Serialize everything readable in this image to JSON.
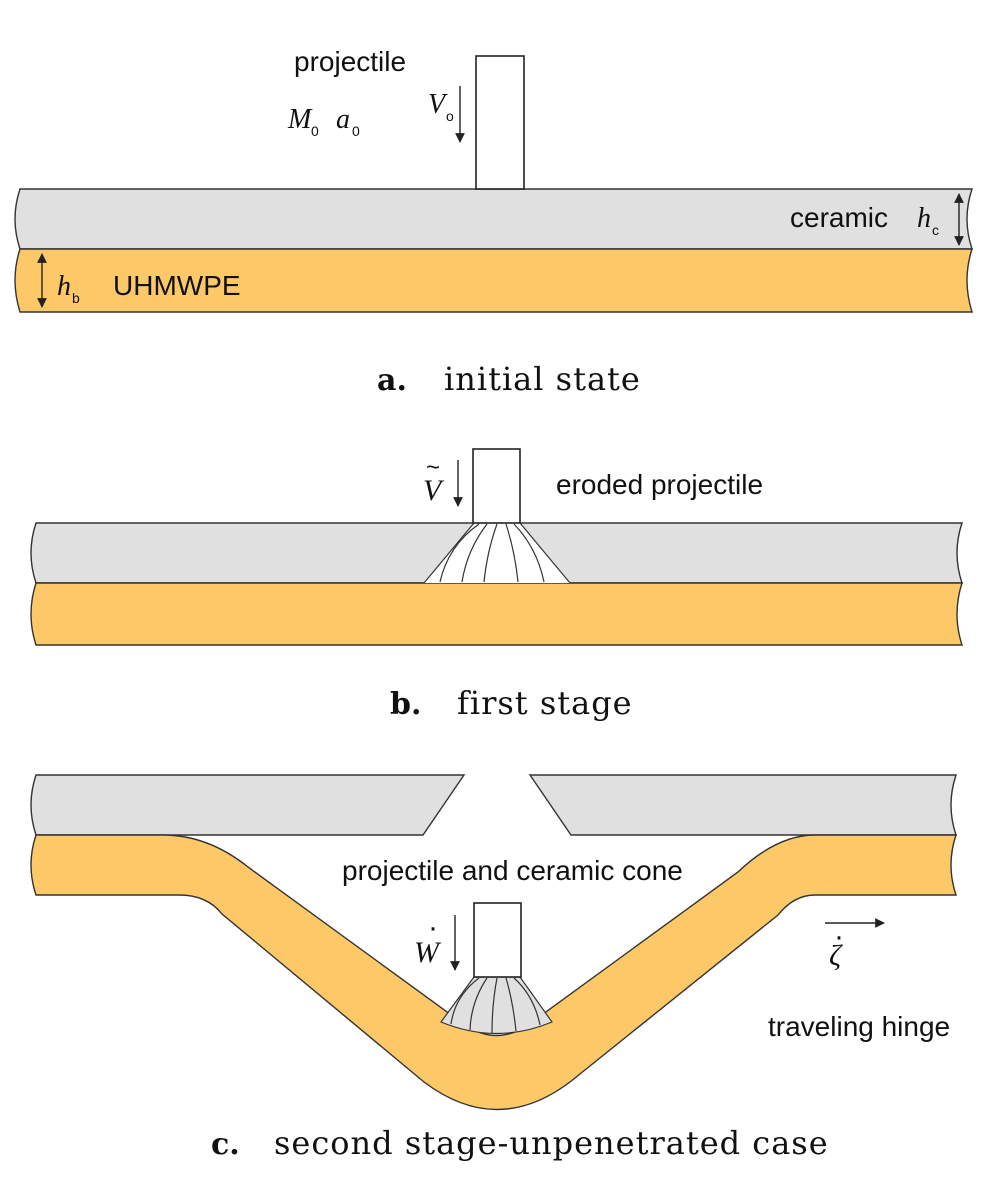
{
  "panel_a": {
    "projectile_label": "projectile",
    "mass_symbol": "M",
    "mass_subscript": "0",
    "accel_symbol": "a",
    "accel_subscript": "0",
    "velocity_symbol": "V",
    "velocity_subscript": "o",
    "ceramic_label": "ceramic",
    "ceramic_thickness_symbol": "h",
    "ceramic_thickness_subscript": "c",
    "backing_thickness_symbol": "h",
    "backing_thickness_subscript": "b",
    "backing_label": "UHMWPE",
    "caption_letter": "a.",
    "caption_text": "initial state"
  },
  "panel_b": {
    "velocity_symbol": "V",
    "velocity_accent": "~",
    "eroded_label": "eroded projectile",
    "caption_letter": "b.",
    "caption_text": "first stage"
  },
  "panel_c": {
    "cone_label": "projectile and ceramic cone",
    "velocity_symbol": "W",
    "velocity_accent": "·",
    "hinge_symbol": "ζ",
    "hinge_accent": "·",
    "hinge_label": "traveling hinge",
    "caption_letter": "c.",
    "caption_text": "second stage-unpenetrated case"
  },
  "colors": {
    "ceramic": "#e0e0e0",
    "backing": "#fdc868",
    "outline": "#333333"
  }
}
